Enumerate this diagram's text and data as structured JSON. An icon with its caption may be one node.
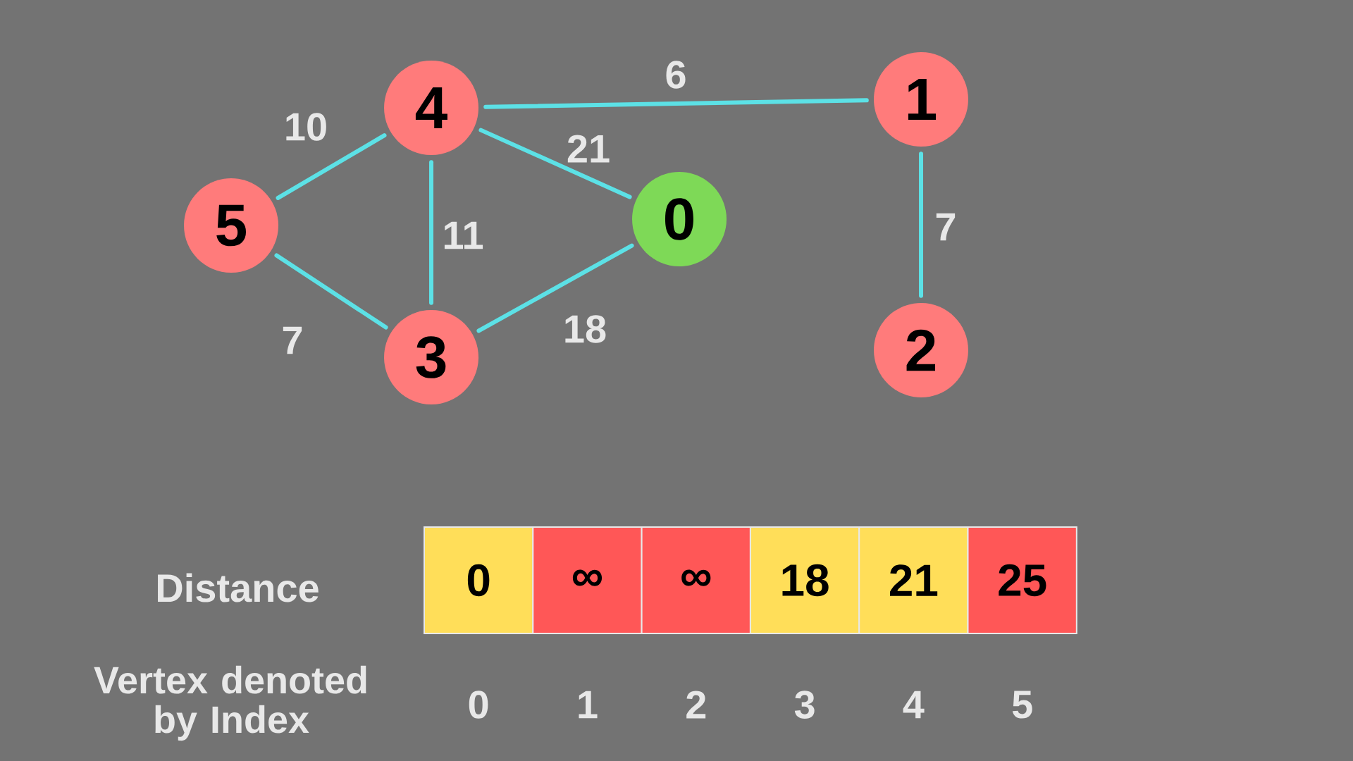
{
  "diagram": {
    "nodes": [
      {
        "text": [
          "0"
        ]
      },
      {
        "text": [
          "1"
        ]
      },
      {
        "text": [
          "2"
        ]
      },
      {
        "text": [
          "3"
        ]
      },
      {
        "text": [
          "4"
        ]
      },
      {
        "text": [
          "5"
        ]
      }
    ],
    "edges": [
      {
        "from": 4,
        "to": 1,
        "arrow": "none",
        "label": "6"
      },
      {
        "from": 5,
        "to": 4,
        "arrow": "none",
        "label": "10"
      },
      {
        "from": 4,
        "to": 0,
        "arrow": "none",
        "label": "21"
      },
      {
        "from": 4,
        "to": 3,
        "arrow": "none",
        "label": "11"
      },
      {
        "from": 1,
        "to": 2,
        "arrow": "none",
        "label": "7"
      },
      {
        "from": 5,
        "to": 3,
        "arrow": "none",
        "label": "7"
      },
      {
        "from": 3,
        "to": 0,
        "arrow": "none",
        "label": "18"
      }
    ],
    "labels": [
      "Distance",
      "0",
      "∞",
      "∞",
      "18",
      "21",
      "25",
      "Vertex denoted by Index",
      "0",
      "1",
      "2",
      "3",
      "4",
      "5"
    ]
  }
}
